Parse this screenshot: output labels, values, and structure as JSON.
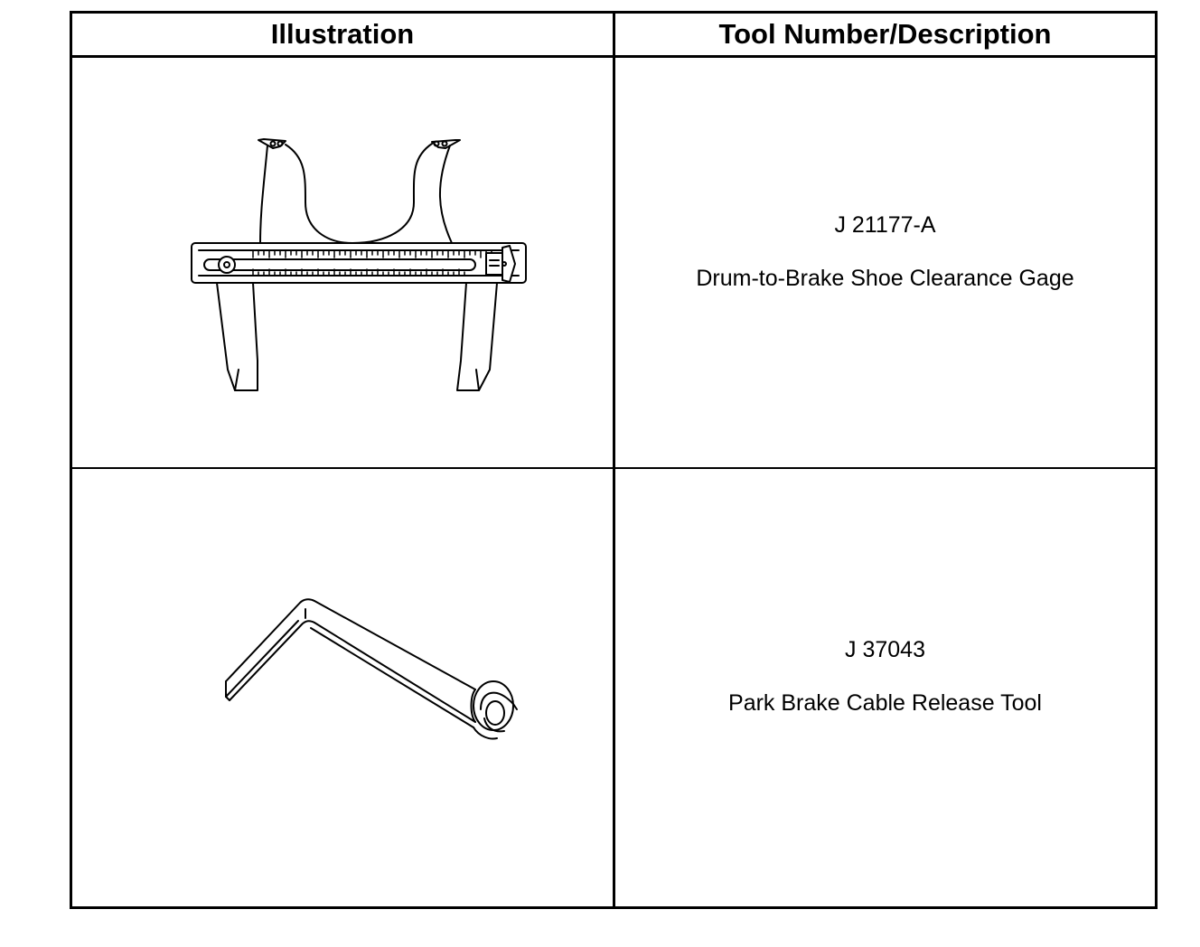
{
  "table": {
    "headers": {
      "illustration": "Illustration",
      "tool": "Tool Number/Description"
    },
    "rows": [
      {
        "tool_number": "J 21177-A",
        "description": "Drum-to-Brake Shoe Clearance Gage",
        "illustration_icon": "brake-clearance-gage-icon"
      },
      {
        "tool_number": "J 37043",
        "description": "Park Brake Cable Release Tool",
        "illustration_icon": "cable-release-tool-icon"
      }
    ]
  }
}
